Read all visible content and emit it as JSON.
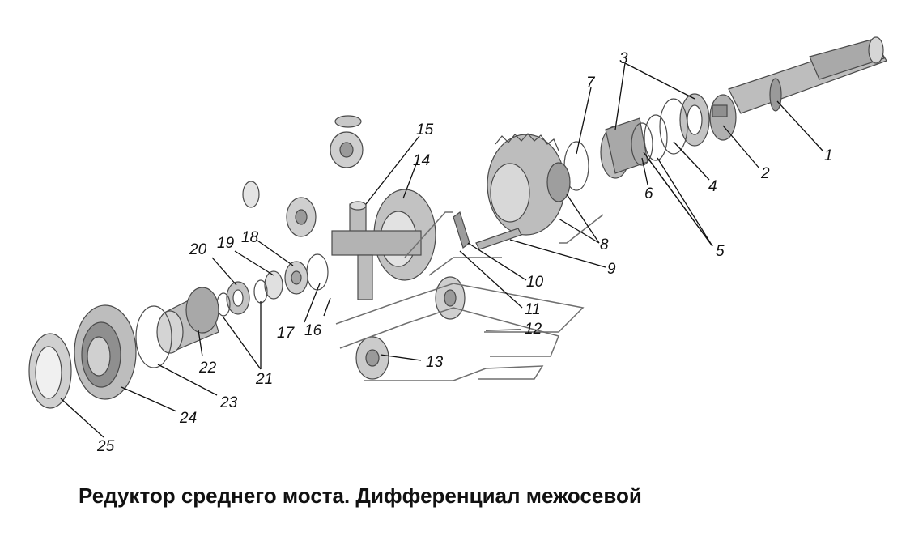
{
  "caption": "Редуктор среднего моста. Дифференциал межосевой",
  "labels": {
    "l1": "1",
    "l2": "2",
    "l3": "3",
    "l4": "4",
    "l5": "5",
    "l6": "6",
    "l7": "7",
    "l8": "8",
    "l9": "9",
    "l10": "10",
    "l11": "11",
    "l12": "12",
    "l13": "13",
    "l14": "14",
    "l15": "15",
    "l16": "16",
    "l17": "17",
    "l18": "18",
    "l19": "19",
    "l20": "20",
    "l21": "21",
    "l22": "22",
    "l23": "23",
    "l24": "24",
    "l25": "25"
  },
  "colors": {
    "part_fill": "#c9c9c9",
    "part_dark": "#8a8a8a",
    "ink": "#111111",
    "background": "#ffffff"
  }
}
